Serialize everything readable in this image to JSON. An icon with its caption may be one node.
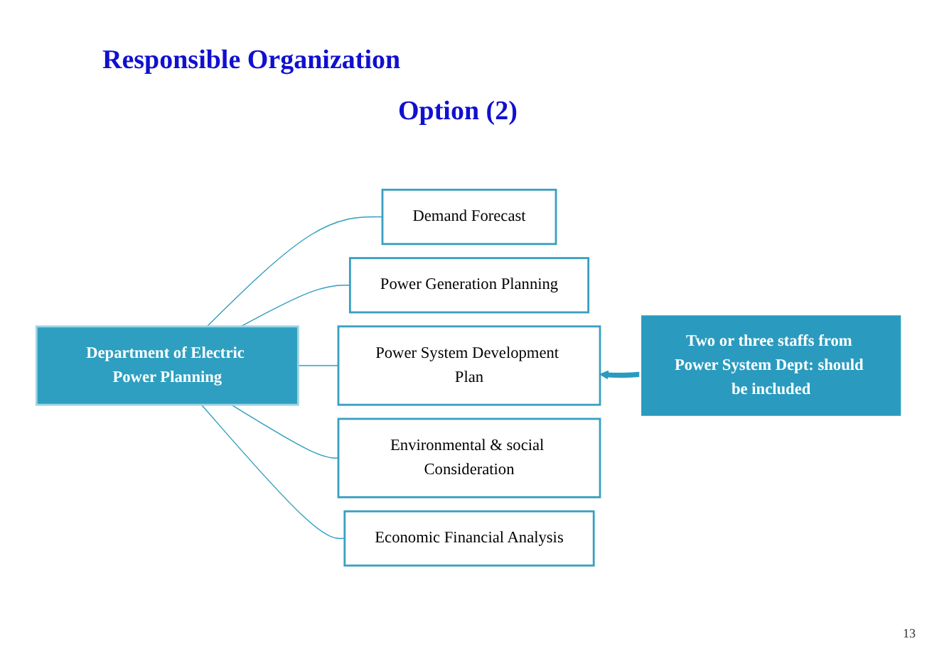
{
  "diagram": {
    "title": "Responsible Organization",
    "nodes": [
      {
        "text": [
          "Department of Electric Power Planning"
        ]
      },
      {
        "text": [
          "Demand Forecast"
        ]
      },
      {
        "text": [
          "Power Generation Planning"
        ]
      },
      {
        "text": [
          "Power System Development Plan"
        ]
      },
      {
        "text": [
          "Environmental & social Consideration"
        ]
      },
      {
        "text": [
          "Economic Financial Analysis"
        ]
      },
      {
        "text": [
          "Two or three staffs from Power System Dept: should be included"
        ]
      }
    ],
    "edges": [
      {
        "from": 0,
        "to": 1,
        "arrow": "none"
      },
      {
        "from": 0,
        "to": 2,
        "arrow": "none"
      },
      {
        "from": 0,
        "to": 3,
        "arrow": "none"
      },
      {
        "from": 0,
        "to": 4,
        "arrow": "none"
      },
      {
        "from": 0,
        "to": 5,
        "arrow": "none"
      },
      {
        "from": 6,
        "to": 3,
        "arrow": "to",
        "style": "thick",
        "color": "#2a9bbf"
      }
    ],
    "labels": [
      "Option (2)",
      "13"
    ]
  }
}
